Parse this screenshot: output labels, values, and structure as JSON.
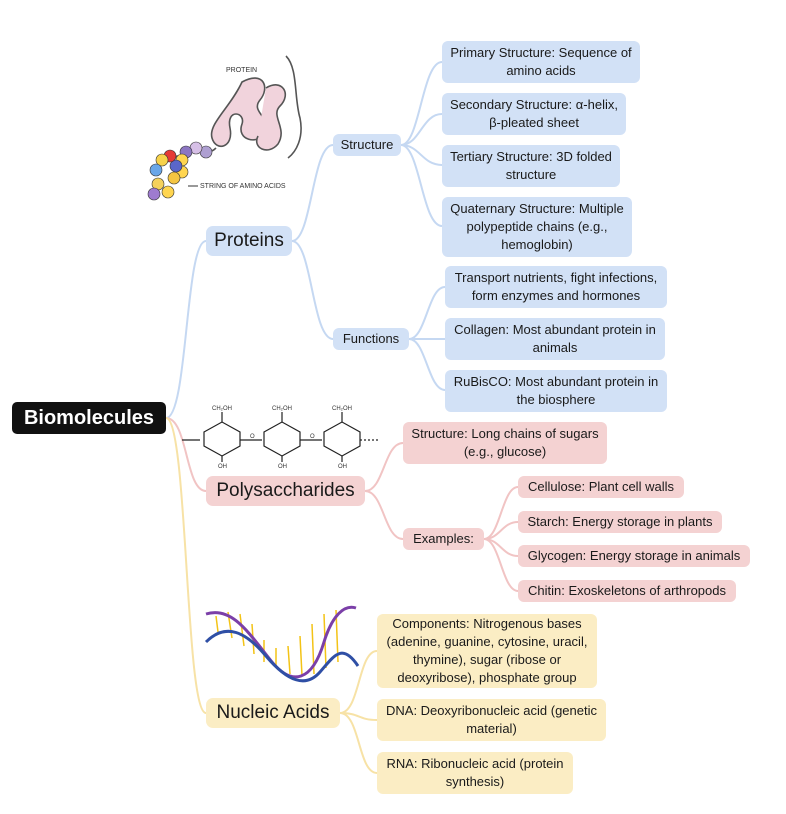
{
  "root": {
    "label": "Biomolecules"
  },
  "proteins": {
    "label": "Proteins",
    "illustration": {
      "protein_label": "PROTEIN",
      "chain_label": "STRING OF AMINO ACIDS"
    },
    "structure": {
      "label": "Structure",
      "items": [
        "Primary Structure: Sequence of amino acids",
        "Secondary Structure: α-helix, β-pleated sheet",
        "Tertiary Structure: 3D folded structure",
        "Quaternary Structure: Multiple polypeptide chains (e.g., hemoglobin)"
      ]
    },
    "functions": {
      "label": "Functions",
      "items": [
        "Transport nutrients, fight infections, form enzymes and hormones",
        "Collagen: Most abundant protein in animals",
        "RuBisCO: Most abundant protein in the biosphere"
      ]
    }
  },
  "polysaccharides": {
    "label": "Polysaccharides",
    "illustration": {
      "ring_labels": [
        "CH₂OH",
        "OH",
        "OH",
        "OH",
        "O",
        "O"
      ]
    },
    "structure": "Structure: Long chains of sugars (e.g., glucose)",
    "examples": {
      "label": "Examples:",
      "items": [
        "Cellulose: Plant cell walls",
        "Starch: Energy storage in plants",
        "Glycogen: Energy storage in animals",
        "Chitin: Exoskeletons of arthropods"
      ]
    }
  },
  "nucleic_acids": {
    "label": "Nucleic Acids",
    "items": [
      "Components: Nitrogenous bases (adenine, guanine, cytosine, uracil, thymine), sugar (ribose or deoxyribose), phosphate group",
      "DNA: Deoxyribonucleic acid (genetic material)",
      "RNA: Ribonucleic acid (protein synthesis)"
    ]
  },
  "colors": {
    "protein_branch": "#c5d8f2",
    "polysaccharide_branch": "#f1c4c4",
    "nucleic_branch": "#f7e2a6"
  }
}
